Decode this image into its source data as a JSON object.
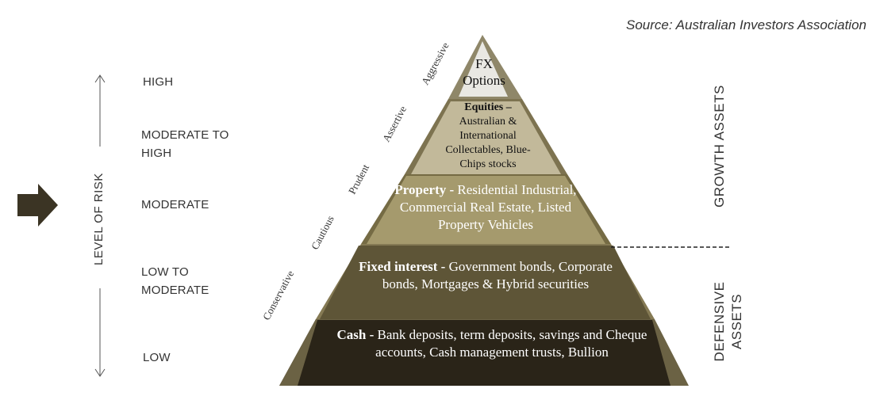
{
  "source": "Source: Australian Investors Association",
  "axis": {
    "title": "LEVEL OF RISK",
    "levels": [
      "HIGH",
      "MODERATE TO HIGH",
      "MODERATE",
      "LOW TO MODERATE",
      "LOW"
    ]
  },
  "investor_profiles": [
    "Conservative",
    "Cautious",
    "Prudent",
    "Assertive",
    "Aggressive"
  ],
  "tiers": [
    {
      "id": "fx",
      "title": "FX",
      "body": "Options"
    },
    {
      "id": "equities",
      "title": "Equities –",
      "body": "Australian & International Collectables, Blue-Chips stocks"
    },
    {
      "id": "property",
      "title": "Property -",
      "body": "Residential Industrial, Commercial Real Estate, Listed Property Vehicles"
    },
    {
      "id": "fixed",
      "title": "Fixed interest -",
      "body": "Government bonds, Corporate bonds, Mortgages & Hybrid securities"
    },
    {
      "id": "cash",
      "title": "Cash -",
      "body": "Bank deposits, term deposits, savings and Cheque accounts, Cash management trusts, Bullion"
    }
  ],
  "groups": {
    "growth": "GROWTH ASSETS",
    "defensive": "DEFENSIVE ASSETS"
  },
  "colors": {
    "fx_face": "#e9e8e3",
    "equities_face": "#c2b99a",
    "property_face": "#a59a6d",
    "fixed_face": "#5e5537",
    "cash_face": "#2a2418",
    "arrow": "#3b3424"
  }
}
